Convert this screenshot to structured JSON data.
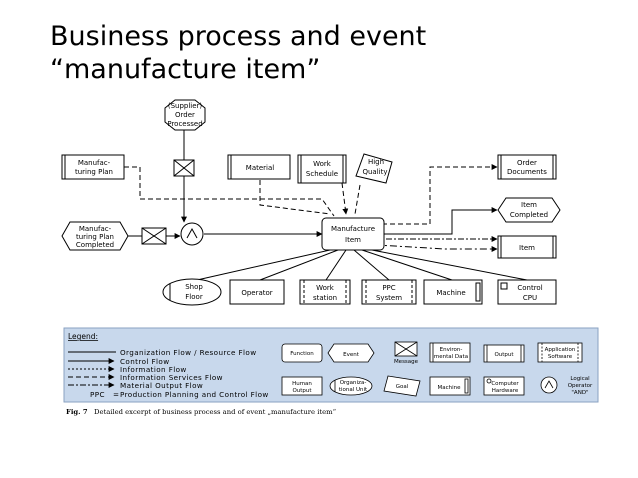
{
  "title": "Business process and event “manufacture item”",
  "diagram": {
    "nodes": {
      "supplier": [
        "(Supplier)",
        "Order",
        "Processed"
      ],
      "manuf_plan": [
        "Manufac-",
        "turing Plan"
      ],
      "material": [
        "Material"
      ],
      "work_schedule": [
        "Work",
        "Schedule"
      ],
      "high_quality": [
        "High",
        "Quality"
      ],
      "order_documents": [
        "Order",
        "Documents"
      ],
      "item_completed": [
        "Item",
        "Completed"
      ],
      "plan_completed": [
        "Manufac-",
        "turing Plan",
        "Completed"
      ],
      "manufacture_item": [
        "Manufacture",
        "Item"
      ],
      "item": [
        "Item"
      ],
      "shop_floor": [
        "Shop",
        "Floor"
      ],
      "operator": [
        "Operator"
      ],
      "work_station": [
        "Work",
        "station"
      ],
      "ppc_system": [
        "PPC",
        "System"
      ],
      "machine": [
        "Machine"
      ],
      "control_cpu": [
        "Control",
        "CPU"
      ]
    },
    "legend": {
      "heading": "Legend:",
      "rows": [
        "Organization Flow / Resource Flow",
        "Control Flow",
        "Information Flow",
        "Information Services Flow",
        "Material Output Flow"
      ],
      "ppc_abbr": "PPC",
      "ppc_eq": "=",
      "ppc_def": "Production Planning and Control Flow",
      "symbols": {
        "function": [
          "Function"
        ],
        "event": [
          "Event"
        ],
        "message": [
          "Message"
        ],
        "env_data": [
          "Environ-",
          "mental Data"
        ],
        "output": [
          "Output"
        ],
        "app_software": [
          "Application",
          "Software"
        ],
        "human_output": [
          "Human",
          "Output"
        ],
        "org_unit": [
          "Organiza-",
          "tional Unit"
        ],
        "goal": [
          "Goal"
        ],
        "machine": [
          "Machine"
        ],
        "computer_hw": [
          "Computer",
          "Hardware"
        ],
        "logical_op": [
          "Logical",
          "Operator",
          "\"AND\""
        ]
      }
    },
    "caption": {
      "label": "Fig. 7",
      "text": "Detailed excerpt of business process and of event „manufacture item“"
    }
  }
}
